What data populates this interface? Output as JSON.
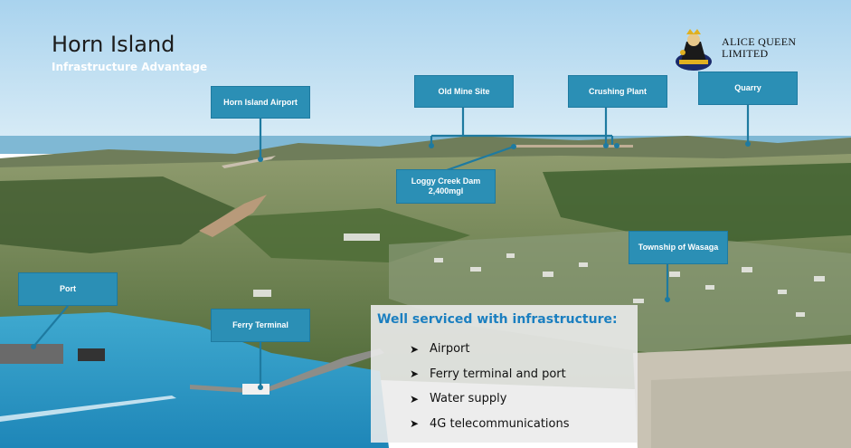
{
  "slide": {
    "title": "Horn Island",
    "subtitle": "Infrastructure Advantage"
  },
  "logo": {
    "line1": "ALICE QUEEN",
    "line2": "LIMITED"
  },
  "labels": {
    "airport": "Horn Island Airport",
    "old_mine": "Old Mine Site",
    "crushing_plant": "Crushing Plant",
    "quarry": "Quarry",
    "loggy_dam_line1": "Loggy Creek Dam",
    "loggy_dam_line2": "2,400mgl",
    "township": "Township of Wasaga",
    "port": "Port",
    "ferry": "Ferry Terminal"
  },
  "info": {
    "heading": "Well serviced with infrastructure:",
    "items": [
      "Airport",
      "Ferry terminal and port",
      "Water supply",
      "4G telecommunications"
    ]
  },
  "colors": {
    "label_bg": "#2b8fb5",
    "heading": "#1b7fc0"
  }
}
